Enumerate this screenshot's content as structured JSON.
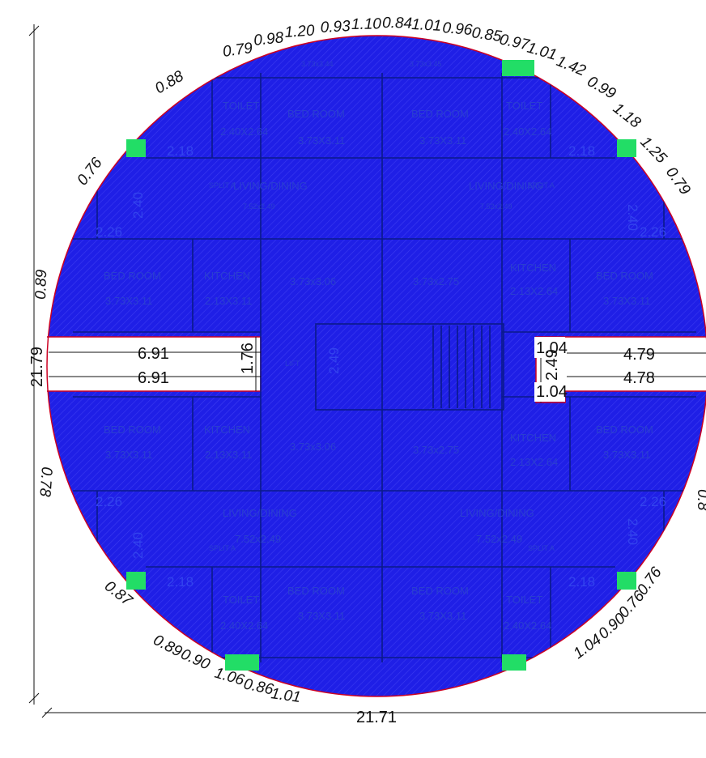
{
  "colors": {
    "fill": "#1f1fe6",
    "hatch": "#3b3bf0",
    "wall": "#0a1a8a",
    "outline": "#cc0022",
    "marker": "#22dd66",
    "room_text": "#2a3fd0",
    "dim_text": "#111111"
  },
  "rooms": {
    "bed_room": "BED ROOM",
    "toilet": "TOILET",
    "kitchen": "KITCHEN",
    "living": "LIVING/DINING",
    "living_top": "LIVING/DINING",
    "split_a": "SPLIT A",
    "lift": "LIFT",
    "size_bed": "3.73X3.11",
    "size_toilet": "2.40X2.64",
    "size_kitchen": "2.13X3.11",
    "size_kitchen_r": "2.13X2.64",
    "size_center_l": "3.73x3.06",
    "size_center_r": "3.73x2.75",
    "size_living": "7.52x2.49",
    "size_top_l": "3.73x3.44",
    "size_top_r": "3.73x3.45"
  },
  "dimensions": {
    "overall_height": "21.79",
    "overall_width": "21.71",
    "left_upper": "6.91",
    "left_lower": "6.91",
    "right_upper": "4.79",
    "right_lower": "4.78",
    "notch_left": "1.76",
    "notch_right_top": "1.04",
    "notch_right_mid": "2.49",
    "notch_right_bot": "1.04",
    "stair": "2.49",
    "inner_a": "2.18",
    "inner_b": "2.26",
    "inner_c": "2.40",
    "inner_d": "2.18",
    "inner_e": "2.26",
    "inner_f": "2.40"
  },
  "arc_labels": {
    "t1": "0.79",
    "t2": "0.98",
    "t3": "1.20",
    "t4": "0.93",
    "t5": "1.10",
    "t6": "0.84",
    "t7": "1.01",
    "t8": "0.96",
    "t9": "0.85",
    "t10": "0.97",
    "t11": "1.01",
    "t12": "1.42",
    "t13": "0.99",
    "t14": "1.18",
    "t15": "1.25",
    "t16": "0.79",
    "l1": "0.88",
    "l2": "0.76",
    "l3": "0.89",
    "l4": "0.78",
    "b1": "0.87",
    "b2": "0.89",
    "b3": "0.90",
    "b4": "1.06",
    "b5": "0.86",
    "b6": "1.01",
    "r1": "1.04",
    "r2": "0.90",
    "r3": "0.76",
    "r4": "0.76",
    "r5": "0.8"
  }
}
